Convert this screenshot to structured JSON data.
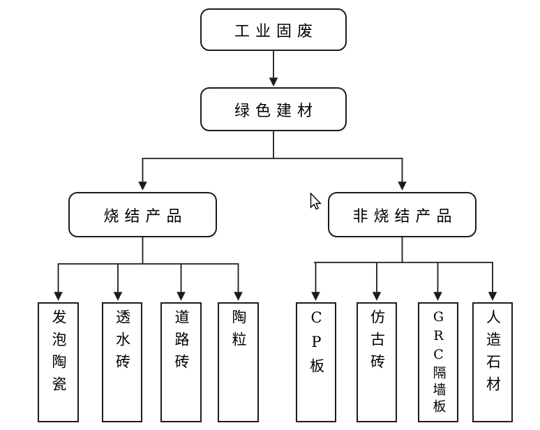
{
  "diagram": {
    "root": {
      "label": "工业固废"
    },
    "level2": {
      "label": "绿色建材"
    },
    "branches": [
      {
        "label": "烧结产品",
        "children": [
          {
            "label": "发泡陶瓷"
          },
          {
            "label": "透水砖"
          },
          {
            "label": "道路砖"
          },
          {
            "label": "陶粒"
          }
        ]
      },
      {
        "label": "非烧结产品",
        "children": [
          {
            "label": "CP板"
          },
          {
            "label": "仿古砖"
          },
          {
            "label": "GRC隔墙板"
          },
          {
            "label": "人造石材"
          }
        ]
      }
    ],
    "colors": {
      "stroke": "#1c1c1c",
      "background": "#ffffff",
      "text": "#000000"
    },
    "icons": {
      "cursor": "arrow-pointer"
    }
  }
}
